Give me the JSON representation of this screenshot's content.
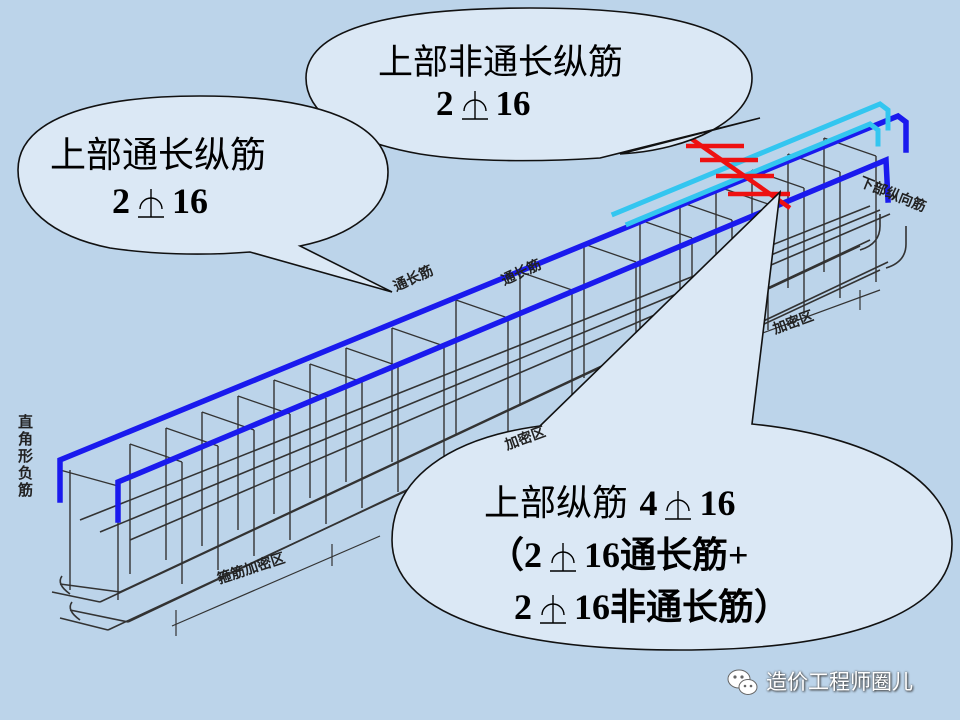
{
  "bubbles": {
    "top_center": {
      "line1": "上部非通长纵筋",
      "count": "2",
      "dia": "16"
    },
    "left": {
      "line1": "上部通长纵筋",
      "count": "2",
      "dia": "16"
    },
    "bottom_right": {
      "line1_text": "上部纵筋",
      "line1_count": "4",
      "line1_dia": "16",
      "line2_open": "（2",
      "line2_dia": "16通长筋+",
      "line3_count": "2",
      "line3_dia": "16非通长筋）"
    }
  },
  "drawing_labels": {
    "tongchang_1": "通长筋",
    "tongchang_2": "通长筋",
    "xiabu": "下部纵向筋",
    "jiami_right": "加密区",
    "jiami_bottom": "箍筋加密区",
    "jiami_mid": "加密区",
    "zhijiao": "直角形负筋"
  },
  "watermark": {
    "text": "造价工程师圈儿",
    "icon": "wechat-icon"
  },
  "colors": {
    "background": "#bcd4ea",
    "bubble_fill": "#dbe8f5",
    "through_bar": "#1a1aee",
    "non_through_bar": "#33c6f0",
    "cut_mark": "#ee1111"
  }
}
